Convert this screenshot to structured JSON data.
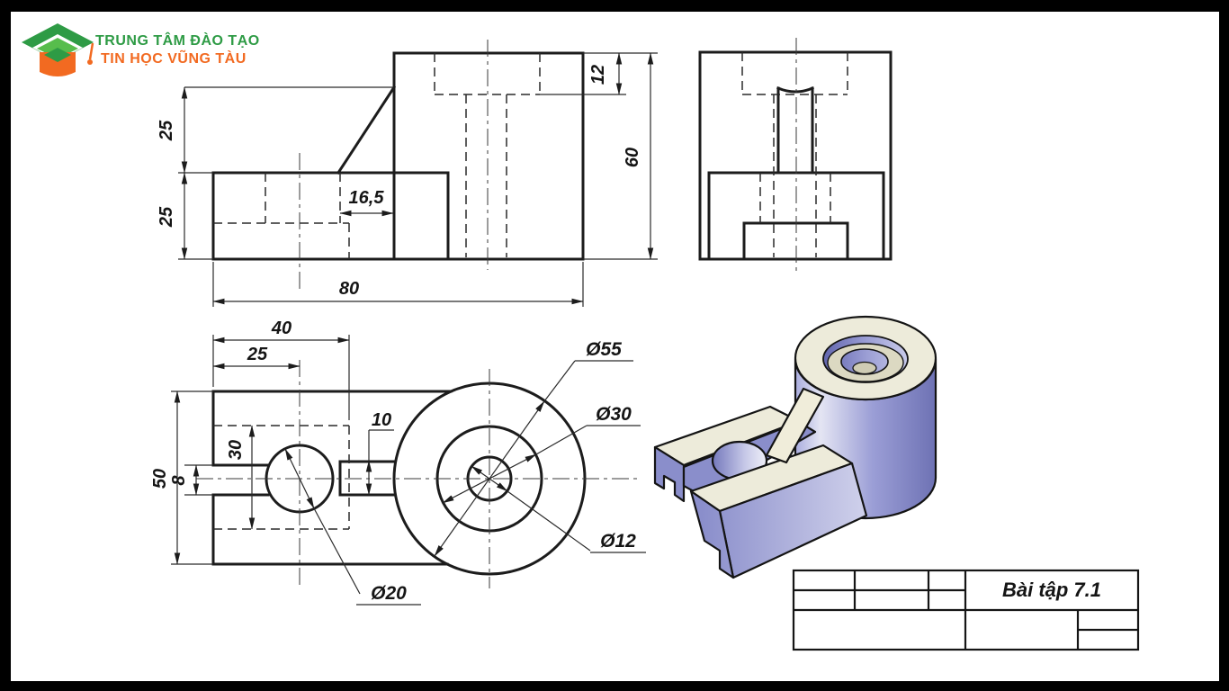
{
  "logo": {
    "icon": "graduation-cap-icon",
    "line1": "TRUNG TÂM ĐÀO TẠO",
    "line2": "TIN HỌC VŨNG TÀU",
    "line1_color": "#2e9b45",
    "line2_color": "#f26a21"
  },
  "front_view": {
    "dim_25_upper": "25",
    "dim_25_lower": "25",
    "dim_16_5": "16,5",
    "dim_80": "80",
    "dim_12": "12",
    "dim_60": "60"
  },
  "top_view": {
    "dim_40": "40",
    "dim_25": "25",
    "dim_30": "30",
    "dim_8": "8",
    "dim_50": "50",
    "dim_10": "10",
    "dia_20": "Ø20",
    "dia_55": "Ø55",
    "dia_30": "Ø30",
    "dia_12": "Ø12"
  },
  "title_block": {
    "title": "Bài tập 7.1"
  },
  "colors": {
    "frame": "#000000",
    "line": "#1c1c1c",
    "iso_top": "#edebda",
    "iso_side": "#9094cf"
  }
}
